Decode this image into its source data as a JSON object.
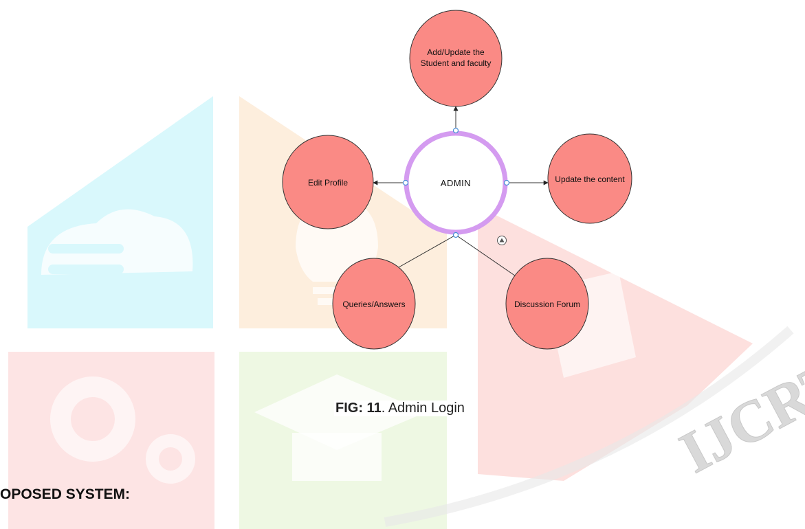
{
  "diagram": {
    "center": "ADMIN",
    "nodes": [
      {
        "lines": [
          "Add/Update the",
          "Student and faculty"
        ]
      },
      {
        "lines": [
          "Update the content"
        ]
      },
      {
        "lines": [
          "Discussion Forum"
        ]
      },
      {
        "lines": [
          "Queries/Answers"
        ]
      },
      {
        "lines": [
          "Edit Profile"
        ]
      }
    ]
  },
  "caption": {
    "label": "FIG: 11",
    "text": ". Admin Login"
  },
  "section_heading": "OPOSED SYSTEM:",
  "watermark": {
    "text": "IJCRT"
  },
  "colors": {
    "node_fill": "#fa8a85",
    "ring": "#d49bf0",
    "wm_cyan": "#d9f8fc",
    "wm_orange": "#fdeedd",
    "wm_red": "#fde4e4",
    "wm_green": "#eef8e3"
  }
}
